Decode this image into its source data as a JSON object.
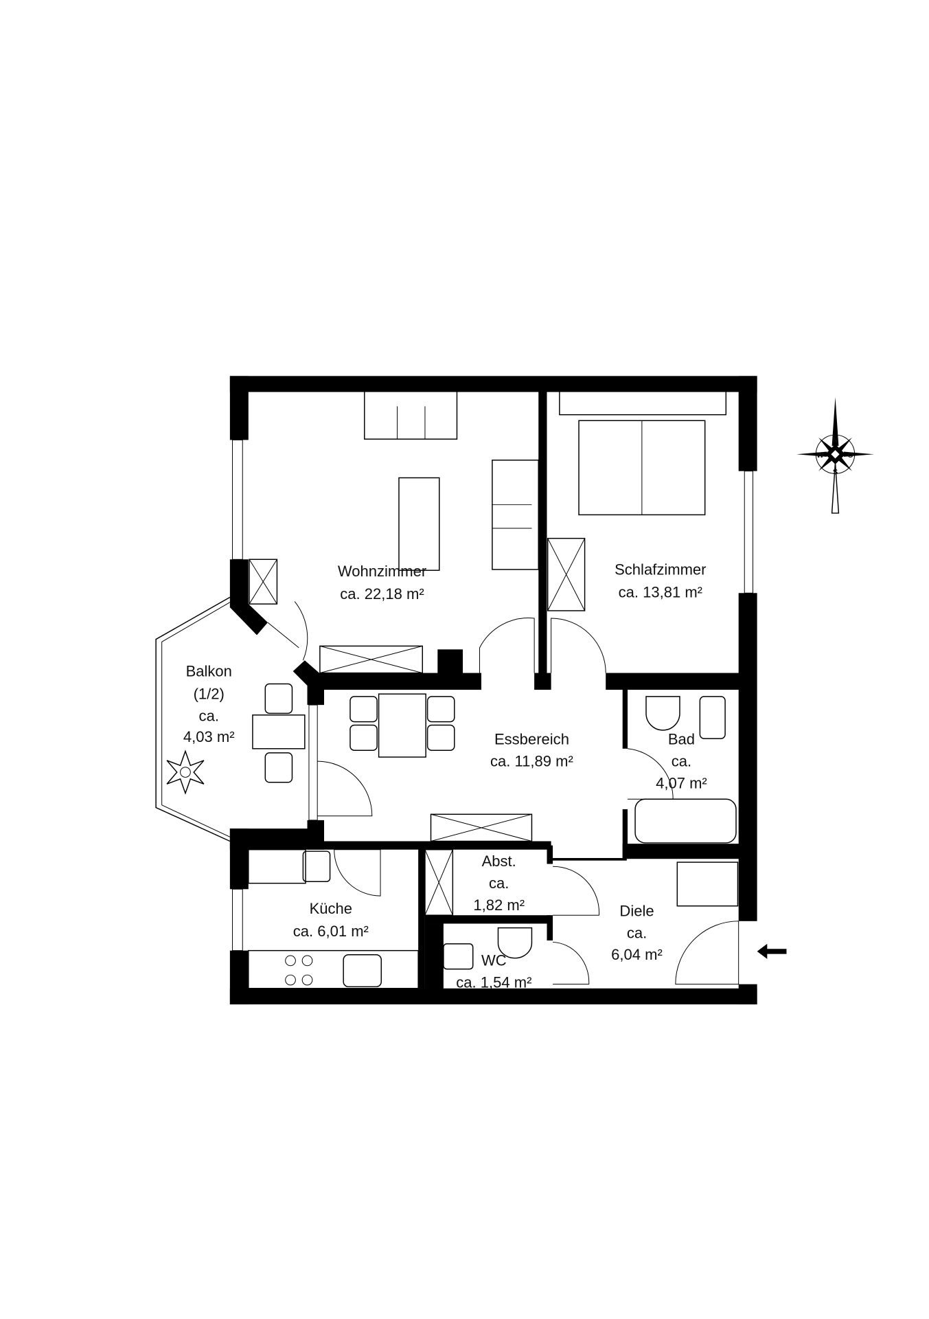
{
  "floorplan": {
    "rooms": [
      {
        "id": "wohnzimmer",
        "name": "Wohnzimmer",
        "area": "ca. 22,18 m²"
      },
      {
        "id": "schlafzimmer",
        "name": "Schlafzimmer",
        "area": "ca. 13,81 m²"
      },
      {
        "id": "balkon",
        "name": "Balkon",
        "note": "(1/2)",
        "area_prefix": "ca.",
        "area": "4,03 m²"
      },
      {
        "id": "essbereich",
        "name": "Essbereich",
        "area": "ca. 11,89 m²"
      },
      {
        "id": "bad",
        "name": "Bad",
        "area_prefix": "ca.",
        "area": "4,07 m²"
      },
      {
        "id": "kueche",
        "name": "Küche",
        "area": "ca. 6,01 m²"
      },
      {
        "id": "abst",
        "name": "Abst.",
        "area_prefix": "ca.",
        "area": "1,82 m²"
      },
      {
        "id": "diele",
        "name": "Diele",
        "area_prefix": "ca.",
        "area": "6,04 m²"
      },
      {
        "id": "wc",
        "name": "WC",
        "area": "ca. 1,54 m²"
      }
    ],
    "compass": {
      "n": "N",
      "s": "S",
      "w": "W",
      "o": "O"
    },
    "entrance_icon": "arrow-left-icon"
  }
}
